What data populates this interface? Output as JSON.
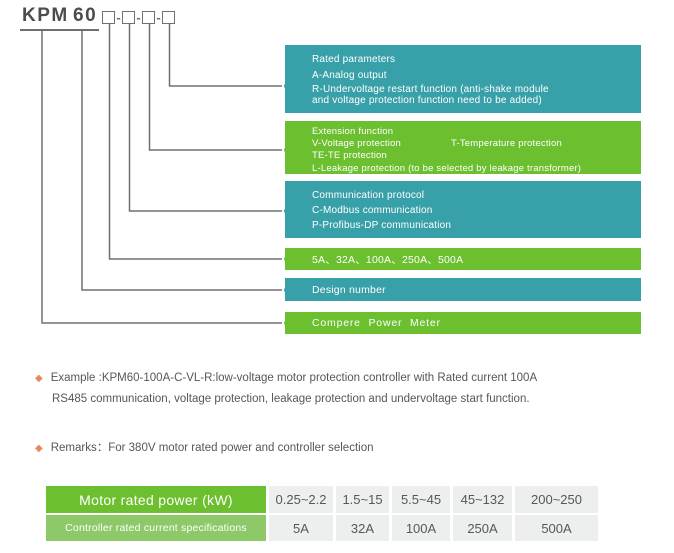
{
  "colors": {
    "teal": "#38a0a8",
    "green": "#6cbf2e",
    "green_light": "#8dc968",
    "cell_bg": "#edefee",
    "line_gray": "#6f7072",
    "title_gray": "#4b4c4e",
    "text_gray": "#55575a",
    "accent_orange": "#e8895c"
  },
  "model": {
    "series": "KPM",
    "design_code": "60",
    "separator": "-"
  },
  "bars": [
    {
      "title": "Rated parameters",
      "line1": "A-Analog output",
      "line2": "R-Undervoltage restart function (anti-shake module",
      "line3": "and voltage protection function need to be added)"
    },
    {
      "title": "Extension function",
      "col_left": "V-Voltage protection",
      "col_right": "T-Temperature protection",
      "line2": "TE-TE protection",
      "line3": "L-Leakage protection (to be selected by leakage transformer)"
    },
    {
      "title": "Communication protocol",
      "line1": "C-Modbus communication",
      "line2": "P-Profibus-DP communication"
    },
    {
      "label": "5A、32A、100A、250A、500A"
    },
    {
      "label": "Design number"
    },
    {
      "label": "Compere Power Meter"
    }
  ],
  "example": {
    "bullet": "◆",
    "line1": "Example :KPM60-100A-C-VL-R:low-voltage motor protection controller with Rated current 100A",
    "line2": "RS485 communication, voltage protection, leakage protection and undervoltage start function."
  },
  "remarks": {
    "bullet": "◆",
    "text": "Remarks：For 380V motor rated power and controller selection"
  },
  "table": {
    "rows": [
      {
        "header": "Motor rated power (kW)",
        "values": [
          "0.25~2.2",
          "1.5~15",
          "5.5~45",
          "45~132",
          "200~250"
        ]
      },
      {
        "header": "Controller rated current specifications",
        "values": [
          "5A",
          "32A",
          "100A",
          "250A",
          "500A"
        ]
      }
    ]
  }
}
